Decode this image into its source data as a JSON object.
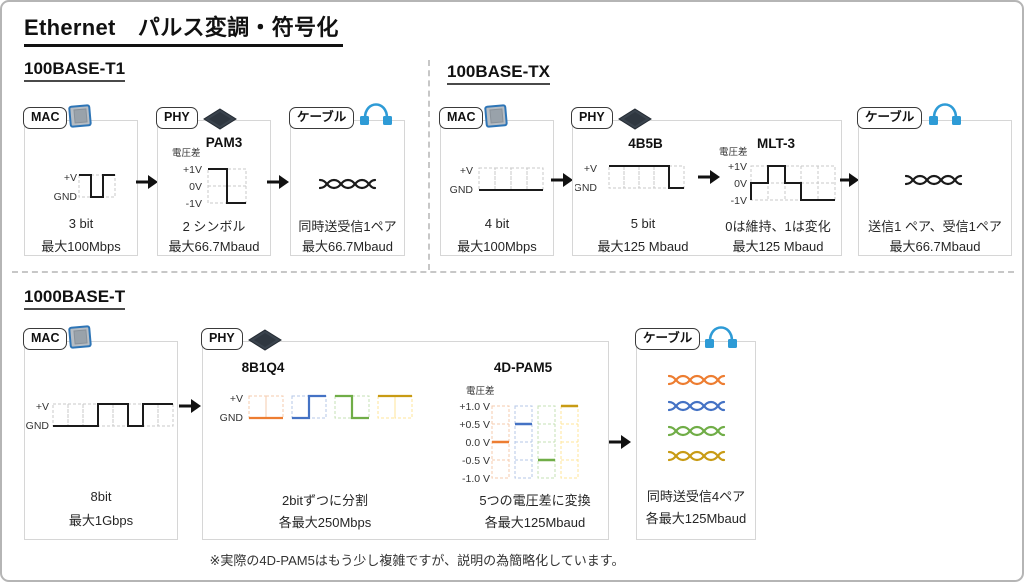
{
  "page": {
    "title": "Ethernet　パルス変調・符号化",
    "footnote": "※実際の4D-PAM5はもう少し複雑ですが、説明の為簡略化しています。"
  },
  "tags": {
    "mac": "MAC",
    "phy": "PHY",
    "cable": "ケーブル"
  },
  "axis": {
    "v": "+V",
    "gnd": "GND",
    "vdiff": "電圧差",
    "levels3": [
      "+1V",
      "0V",
      "-1V"
    ],
    "levels5": [
      "+1.0 V",
      "+0.5 V",
      "0.0 V",
      "-0.5 V",
      "-1.0 V"
    ]
  },
  "sections": {
    "t1": {
      "heading": "100BASE-T1",
      "mac": {
        "wave_bits": "101",
        "line1": "3 bit",
        "line2": "最大100Mbps"
      },
      "phy": {
        "title": "PAM3",
        "wave_levels": [
          "+1V",
          "-1V"
        ],
        "line1": "2 シンボル",
        "line2": "最大66.7Mbaud"
      },
      "cable": {
        "line1": "同時送受信1ペア",
        "line2": "最大66.7Mbaud"
      }
    },
    "tx": {
      "heading": "100BASE-TX",
      "mac": {
        "wave_bits": "0000",
        "line1": "4 bit",
        "line2": "最大100Mbps"
      },
      "phy_4b5b": {
        "title": "4B5B",
        "wave_bits": "11110",
        "line1": "5 bit",
        "line2": "最大125 Mbaud"
      },
      "phy_mlt3": {
        "title": "MLT-3",
        "wave_levels": [
          "0V",
          "+1V",
          "0V",
          "-1V",
          "-1V"
        ],
        "line1": "0は維持、1は変化",
        "line2": "最大125 Mbaud"
      },
      "cable": {
        "line1": "送信1 ペア、受信1ペア",
        "line2": "最大66.7Mbaud"
      }
    },
    "gbe": {
      "heading": "1000BASE-T",
      "mac": {
        "wave_bits": "00011011",
        "line1": "8bit",
        "line2": "最大1Gbps"
      },
      "phy_8b1q4": {
        "title": "8B1Q4",
        "bit_pairs": [
          "00",
          "01",
          "10",
          "11"
        ],
        "line1": "2bitずつに分割",
        "line2": "各最大250Mbps"
      },
      "phy_4dpam5": {
        "title": "4D-PAM5",
        "pair_levels": [
          "0.0 V",
          "+0.5 V",
          "-0.5 V",
          "+1.0 V"
        ],
        "line1": "5つの電圧差に変換",
        "line2": "各最大125Mbaud"
      },
      "cable": {
        "line1": "同時送受信4ペア",
        "line2": "各最大125Mbaud"
      }
    }
  },
  "colors": {
    "signal": "#1a1a1a",
    "orange": "#ED7D31",
    "blue": "#4472C4",
    "green": "#70AD47",
    "gold": "#C89B14",
    "pale_orange": "#F5CBAD",
    "pale_blue": "#B4C7E7",
    "pale_green": "#C6E0B4",
    "pale_gold": "#FFE699",
    "cable_blue": "#2E9BD6"
  }
}
